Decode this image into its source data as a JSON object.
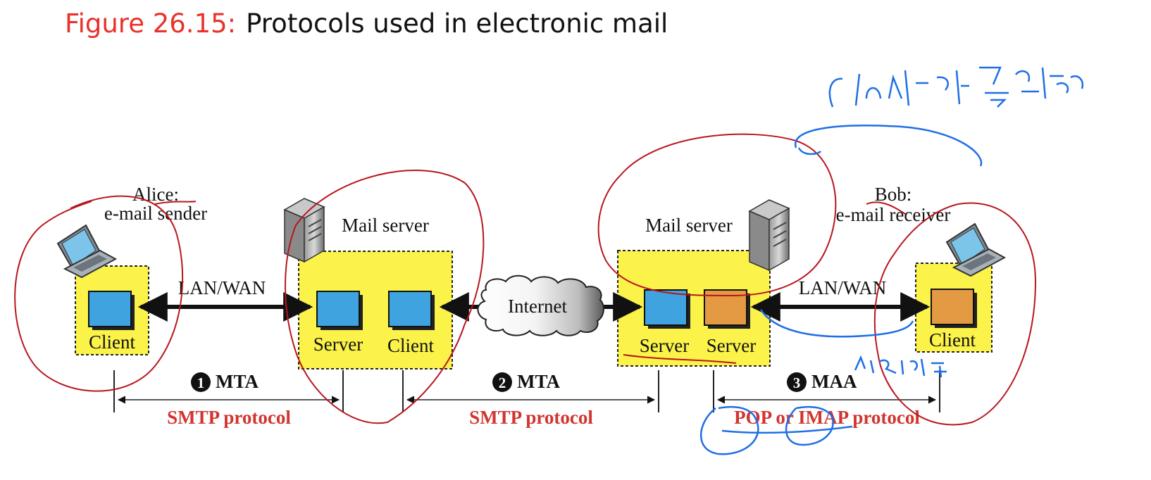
{
  "figure": {
    "number": "Figure 26.15:",
    "title": "Protocols used in electronic mail"
  },
  "nodes": {
    "alice_line1": "Alice:",
    "alice_line2": "e-mail sender",
    "bob_line1": "Bob:",
    "bob_line2": "e-mail receiver",
    "mail_server_left": "Mail server",
    "mail_server_right": "Mail server",
    "alice_client": "Client",
    "left_server": "Server",
    "left_client": "Client",
    "right_server_a": "Server",
    "right_server_b": "Server",
    "bob_client": "Client"
  },
  "links": {
    "lan_wan_left": "LAN/WAN",
    "lan_wan_right": "LAN/WAN",
    "internet": "Internet"
  },
  "stages": [
    {
      "number": "1",
      "agent": "MTA",
      "protocol": "SMTP protocol"
    },
    {
      "number": "2",
      "agent": "MTA",
      "protocol": "SMTP protocol"
    },
    {
      "number": "3",
      "agent": "MAA",
      "protocol": "POP or IMAP protocol"
    }
  ],
  "colors": {
    "title_accent": "#e8322b",
    "zone_fill": "#fbf24a",
    "box_blue": "#3fa3e0",
    "box_orange": "#e39a42",
    "protocol_red": "#d2342e",
    "annotation_red": "#b8161e",
    "annotation_blue": "#1f6fe6"
  }
}
